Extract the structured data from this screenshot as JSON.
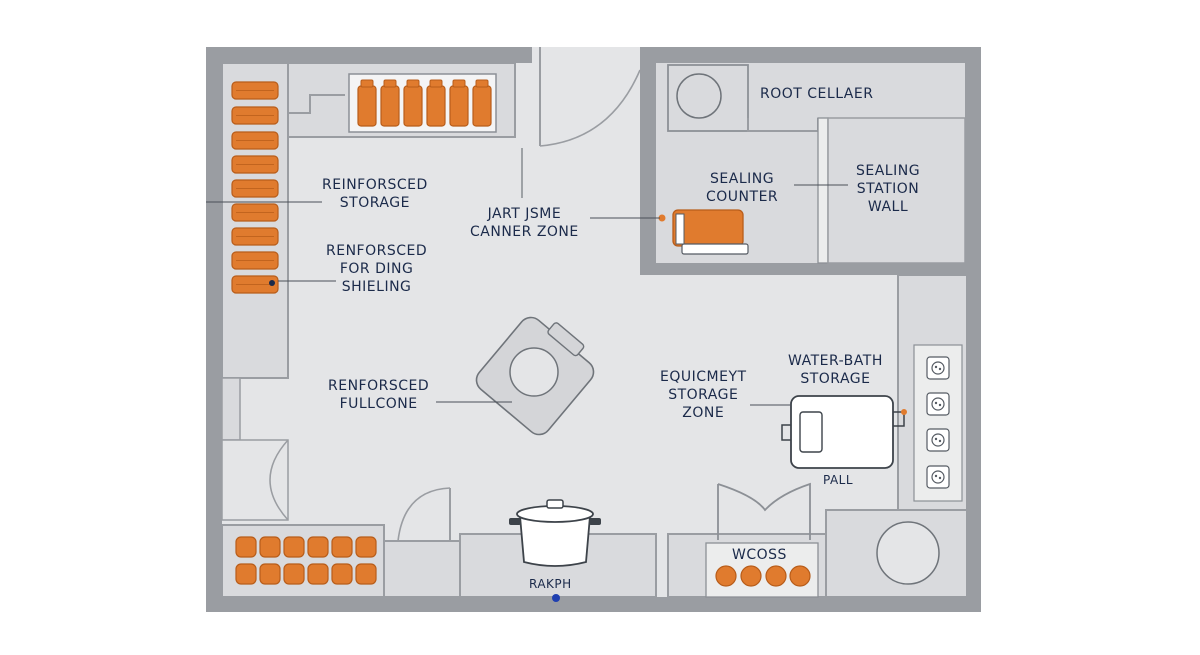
{
  "labels": {
    "root_cellar": "ROOT CELLAER",
    "sealing_counter": "SEALING\nCOUNTER",
    "sealing_station_wall": "SEALING\nSTATION\nWALL",
    "reinforced_storage": "REINFORSCED\nSTORAGE",
    "jar_canner_zone": "JART JSME\nCANNER ZONE",
    "reinforced_shieling": "RENFORSCED\nFOR DING\nSHIELING",
    "reinforced_fullcone": "RENFORSCED\nFULLCONE",
    "equipment_storage_zone": "EQUICMEYT\nSTORAGE\nZONE",
    "water_bath_storage": "WATER-BATH\nSTORAGE",
    "pall": "PALL",
    "wcoss": "WCOSS",
    "raxph": "RAKPH"
  },
  "colors": {
    "wall": "#9a9da2",
    "floor": "#e4e5e7",
    "room_fill": "#d9dadd",
    "accent_orange": "#e07b2e",
    "label_navy": "#1b2a4a",
    "marker_blue": "#1f3fb0"
  },
  "icons": {
    "jar_shelf": "jar-icon",
    "stock_pot": "stock-pot-icon",
    "canner": "canner-icon",
    "water_bath_pot": "water-bath-pot-icon",
    "outlet": "outlet-icon"
  }
}
